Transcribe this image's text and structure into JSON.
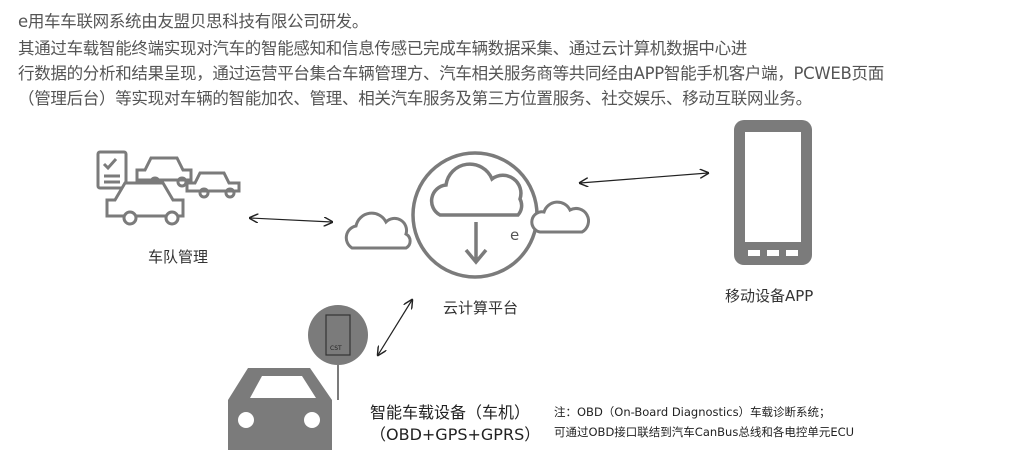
{
  "intro": {
    "lines": [
      "e用车车联网系统由友盟贝思科技有限公司研发。",
      "其通过车载智能终端实现对汽车的智能感知和信息传感已完成车辆数据采集、通过云计算机数据中心进",
      "行数据的分析和结果呈现，通过运营平台集合车辆管理方、汽车相关服务商等共同经由APP智能手机客户端，PCWEB页面",
      "（管理后台）等实现对车辆的智能加农、管理、相关汽车服务及第三方位置服务、社交娱乐、移动互联网业务。"
    ]
  },
  "diagram": {
    "fleet_label": "车队管理",
    "cloud_label": "云计算平台",
    "cloud_logo_letter": "e",
    "mobile_label": "移动设备APP",
    "device_label_1": "智能车载设备（车机）",
    "device_label_2": "（OBD+GPS+GPRS）",
    "obd_chip_text": "CST",
    "note_1": "注：OBD（On-Board Diagnostics）车载诊断系统；",
    "note_2": "可通过OBD接口联结到汽车CanBus总线和各电控单元ECU"
  },
  "colors": {
    "icon": "#7b7b7b",
    "text": "#555555"
  }
}
